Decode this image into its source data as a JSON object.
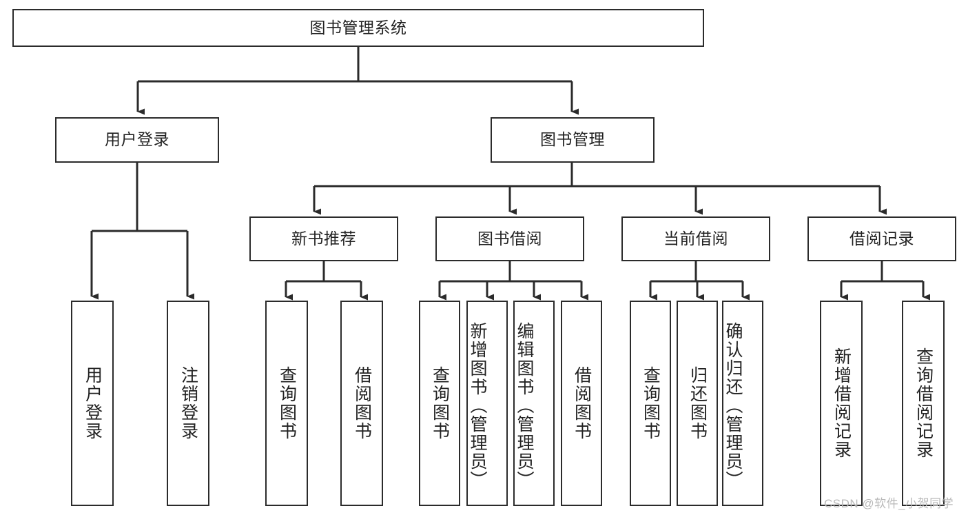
{
  "diagram": {
    "type": "tree-hierarchy-diagram",
    "title": "图书管理系统",
    "colors": {
      "stroke": "#2b2b2b",
      "box_fill": "#ffffff",
      "text": "#222222",
      "watermark": "#b9b9b9",
      "background": "#ffffff"
    },
    "nodes": {
      "root": {
        "label": "图书管理系统",
        "level": 0,
        "orientation": "horizontal"
      },
      "level1": [
        {
          "label": "用户登录",
          "orientation": "horizontal"
        },
        {
          "label": "图书管理",
          "orientation": "horizontal"
        }
      ],
      "level2": [
        {
          "label": "新书推荐",
          "orientation": "horizontal",
          "parent": "图书管理"
        },
        {
          "label": "图书借阅",
          "orientation": "horizontal",
          "parent": "图书管理"
        },
        {
          "label": "当前借阅",
          "orientation": "horizontal",
          "parent": "图书管理"
        },
        {
          "label": "借阅记录",
          "orientation": "horizontal",
          "parent": "图书管理"
        }
      ],
      "leaves": {
        "用户登录": [
          {
            "label": "用户登录",
            "orientation": "vertical",
            "align": "middle"
          },
          {
            "label": "注销登录",
            "orientation": "vertical",
            "align": "middle"
          }
        ],
        "新书推荐": [
          {
            "label": "查询图书",
            "orientation": "vertical",
            "align": "middle"
          },
          {
            "label": "借阅图书",
            "orientation": "vertical",
            "align": "middle"
          }
        ],
        "图书借阅": [
          {
            "label": "查询图书",
            "orientation": "vertical",
            "align": "middle"
          },
          {
            "label": "新增图书（管理员）",
            "orientation": "vertical",
            "align": "top"
          },
          {
            "label": "编辑图书（管理员）",
            "orientation": "vertical",
            "align": "top"
          },
          {
            "label": "借阅图书",
            "orientation": "vertical",
            "align": "middle"
          }
        ],
        "当前借阅": [
          {
            "label": "查询图书",
            "orientation": "vertical",
            "align": "middle"
          },
          {
            "label": "归还图书",
            "orientation": "vertical",
            "align": "middle"
          },
          {
            "label": "确认归还（管理员）",
            "orientation": "vertical",
            "align": "top"
          }
        ],
        "借阅记录": [
          {
            "label": "新增借阅记录",
            "orientation": "vertical",
            "align": "middle"
          },
          {
            "label": "查询借阅记录",
            "orientation": "vertical",
            "align": "middle"
          }
        ]
      }
    },
    "watermark": {
      "text": "CSDN @软件_小贺同学"
    }
  }
}
